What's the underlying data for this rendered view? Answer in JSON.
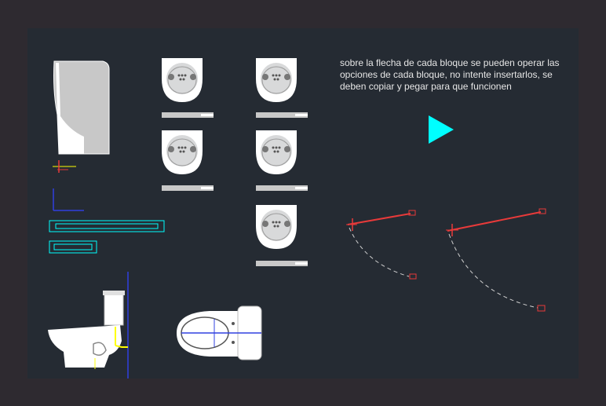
{
  "drawing": {
    "note_lines": [
      "sobre la flecha de cada bloque se pueden operar las",
      "opciones de cada bloque, no intente insertarlos, se",
      "deben copiar y pegar para que funcionen"
    ],
    "blocks": [
      {
        "name": "urinal-side-view"
      },
      {
        "name": "lavatory-plan"
      },
      {
        "name": "toilet-elevation"
      },
      {
        "name": "toilet-plan"
      },
      {
        "name": "door-swing"
      },
      {
        "name": "grab-bar"
      }
    ]
  },
  "colors": {
    "canvas": "#252b33",
    "frame": "#2e2a30",
    "fixture": "#ffffff",
    "fixture_shade": "#c8c8c8",
    "cyan": "#00ffff",
    "red": "#e83a3a",
    "yellow": "#ffff00",
    "blue": "#3040e0",
    "dashed": "#d0d0d0"
  },
  "icons": {
    "nav_arrow": "play-triangle-icon"
  }
}
